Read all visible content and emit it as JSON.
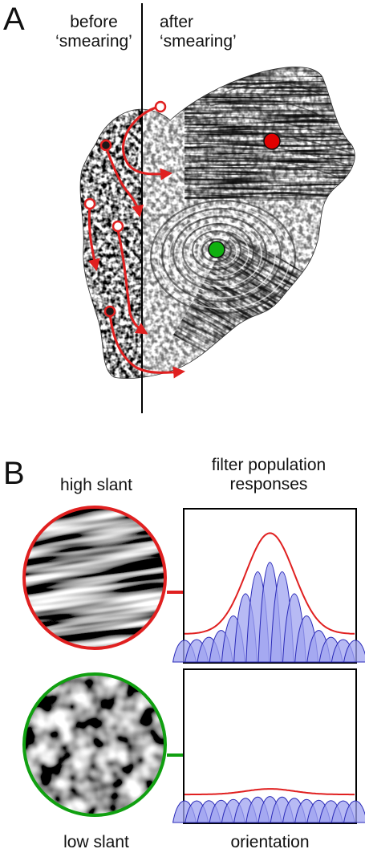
{
  "panel_a": {
    "letter": "A",
    "before_label_1": "before",
    "before_label_2": "‘smearing’",
    "after_label_1": "after",
    "after_label_2": "‘smearing’",
    "colors": {
      "arrow": "#e02020",
      "red_dot": "#e00000",
      "green_dot": "#10b010",
      "divider": "#000000"
    }
  },
  "panel_b": {
    "letter": "B",
    "high_slant_label": "high slant",
    "low_slant_label": "low slant",
    "responses_label_1": "filter population",
    "responses_label_2": "responses",
    "orientation_label": "orientation",
    "colors": {
      "high_ring": "#e02020",
      "low_ring": "#10a010",
      "filter_fill": "#9fa3f0",
      "filter_stroke": "#2a2ab8",
      "envelope": "#e02020"
    }
  },
  "chart_data": [
    {
      "type": "area",
      "title": "",
      "xlabel": "",
      "ylabel": "",
      "filter_count": 15,
      "peak_response": 0.92,
      "baseline_response": 0.2
    },
    {
      "type": "area",
      "title": "",
      "xlabel": "orientation",
      "ylabel": "",
      "filter_count": 15,
      "peak_response": 0.24,
      "baseline_response": 0.2
    }
  ]
}
